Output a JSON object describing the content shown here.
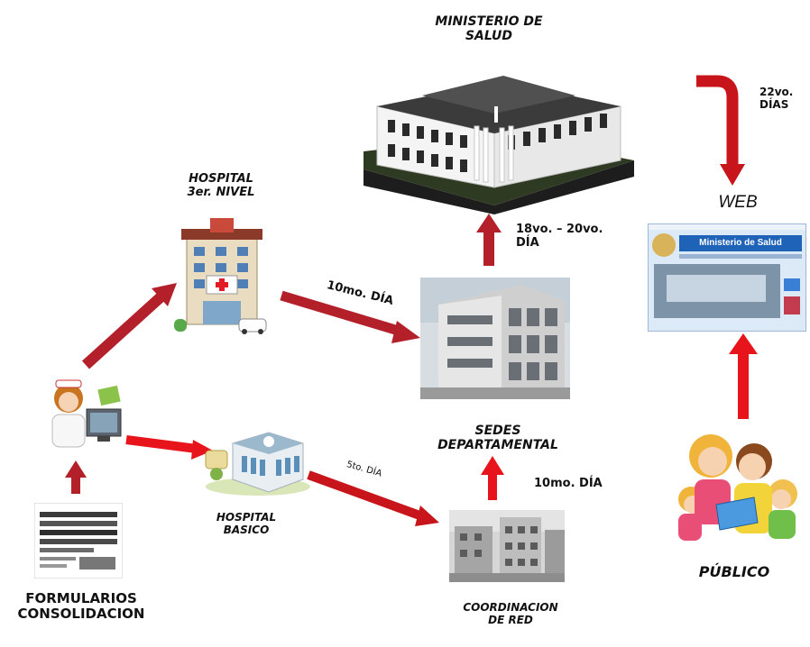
{
  "nodes": {
    "ministerio": {
      "line1": "MINISTERIO DE",
      "line2": "SALUD"
    },
    "hospital3": {
      "line1": "HOSPITAL",
      "line2": "3er. NIVEL"
    },
    "sedes": {
      "line1": "SEDES",
      "line2": "DEPARTAMENTAL"
    },
    "hospital_basico": {
      "line1": "HOSPITAL",
      "line2": "BASICO"
    },
    "coordinacion": {
      "line1": "COORDINACION",
      "line2": "DE RED"
    },
    "formularios": {
      "line1": "FORMULARIOS",
      "line2": "CONSOLIDACION"
    },
    "publico": {
      "label": "PÚBLICO"
    },
    "web": {
      "label": "WEB",
      "site_title": "Ministerio de Salud"
    }
  },
  "steps": {
    "hospital3_to_sedes": "10mo. DÍA",
    "basico_to_coordinacion": "5to. DÍA",
    "coordinacion_to_sedes": "10mo. DÍA",
    "sedes_to_ministerio_line1": "18vo. – 20vo.",
    "sedes_to_ministerio_line2": "DÍA",
    "ministerio_to_web_line1": "22vo.",
    "ministerio_to_web_line2": "DÍAS"
  },
  "colors": {
    "arrow_red": "#e8141b",
    "arrow_dark": "#b3202a",
    "web_blue": "#1f63b8"
  }
}
